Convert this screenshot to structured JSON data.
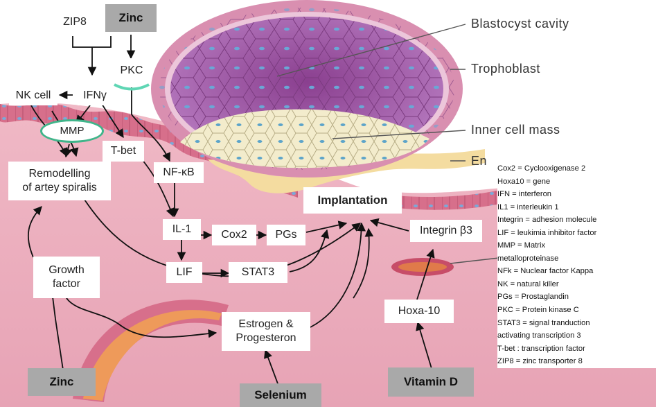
{
  "labels": {
    "blastocyst_cavity": "Blastocyst cavity",
    "trophoblast": "Trophoblast",
    "inner_cell_mass": "Inner cell mass",
    "endometrium_partial": "En"
  },
  "nodes": {
    "zip8": "ZIP8",
    "zinc_top": "Zinc",
    "pkc": "PKC",
    "nk_cell": "NK cell",
    "ifn": "IFNγ",
    "mmp": "MMP",
    "tbet": "T-bet",
    "remodelling": "Remodelling\nof artey spiralis",
    "nfkb": "NF-κB",
    "implantation": "Implantation",
    "il1": "IL-1",
    "cox2": "Cox2",
    "pgs": "PGs",
    "integrin": "Integrin β3",
    "lif": "LIF",
    "stat3": "STAT3",
    "growth_factor": "Growth\nfactor",
    "estrogen": "Estrogen &\nProgesteron",
    "hoxa10": "Hoxa-10",
    "zinc_bottom": "Zinc",
    "selenium": "Selenium",
    "vitamin_d": "Vitamin D"
  },
  "legend": [
    "Cox2 = Cyclooxigenase  2",
    "Hoxa10 = gene",
    "IFN  = interferon",
    "IL1 = interleukin  1",
    "Integrin  = adhesion  molecule",
    "LIF = leukimia  inhibitor factor",
    "MMP = Matrix",
    "metalloproteinase",
    "NFk = Nuclear  factor Kappa",
    "NK = natural killer",
    "PGs = Prostaglandin",
    "PKC = Protein kinase C",
    "STAT3  = signal tranduction",
    "activating transcription 3",
    "T-bet :  transcription factor",
    "ZIP8 = zinc transporter 8"
  ],
  "colors": {
    "tissue": "#e8a7b8",
    "tissue_dark": "#d9778f",
    "blastocyst_purple": "#9b4f9e",
    "inner_cell_mass": "#f3eccc",
    "arrow": "#111111",
    "gray_box": "#a9a9a9",
    "mmp_border": "#3fb58a",
    "pkc_accent": "#5fd6b4"
  }
}
